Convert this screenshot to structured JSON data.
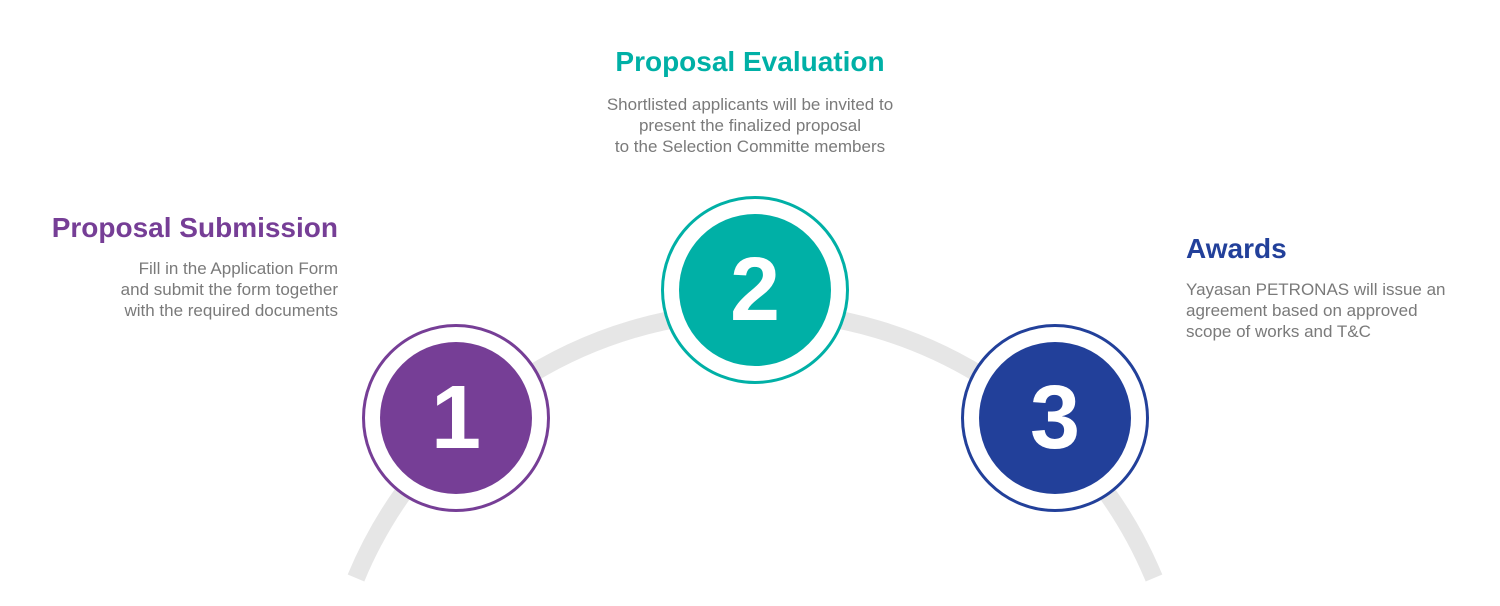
{
  "colors": {
    "step1": "#763e96",
    "step2": "#00b0a6",
    "step3": "#22409a",
    "arc": "#e6e6e6",
    "text": "#7a7a7a"
  },
  "steps": [
    {
      "number": "1",
      "title": "Proposal Submission",
      "description": "Fill in the Application Form\nand submit the form together\nwith the required documents"
    },
    {
      "number": "2",
      "title": "Proposal Evaluation",
      "description": "Shortlisted applicants will be invited to\npresent the finalized proposal\nto the Selection Committe members"
    },
    {
      "number": "3",
      "title": "Awards",
      "description": "Yayasan PETRONAS will issue an\nagreement based on approved\nscope of works and T&C"
    }
  ]
}
